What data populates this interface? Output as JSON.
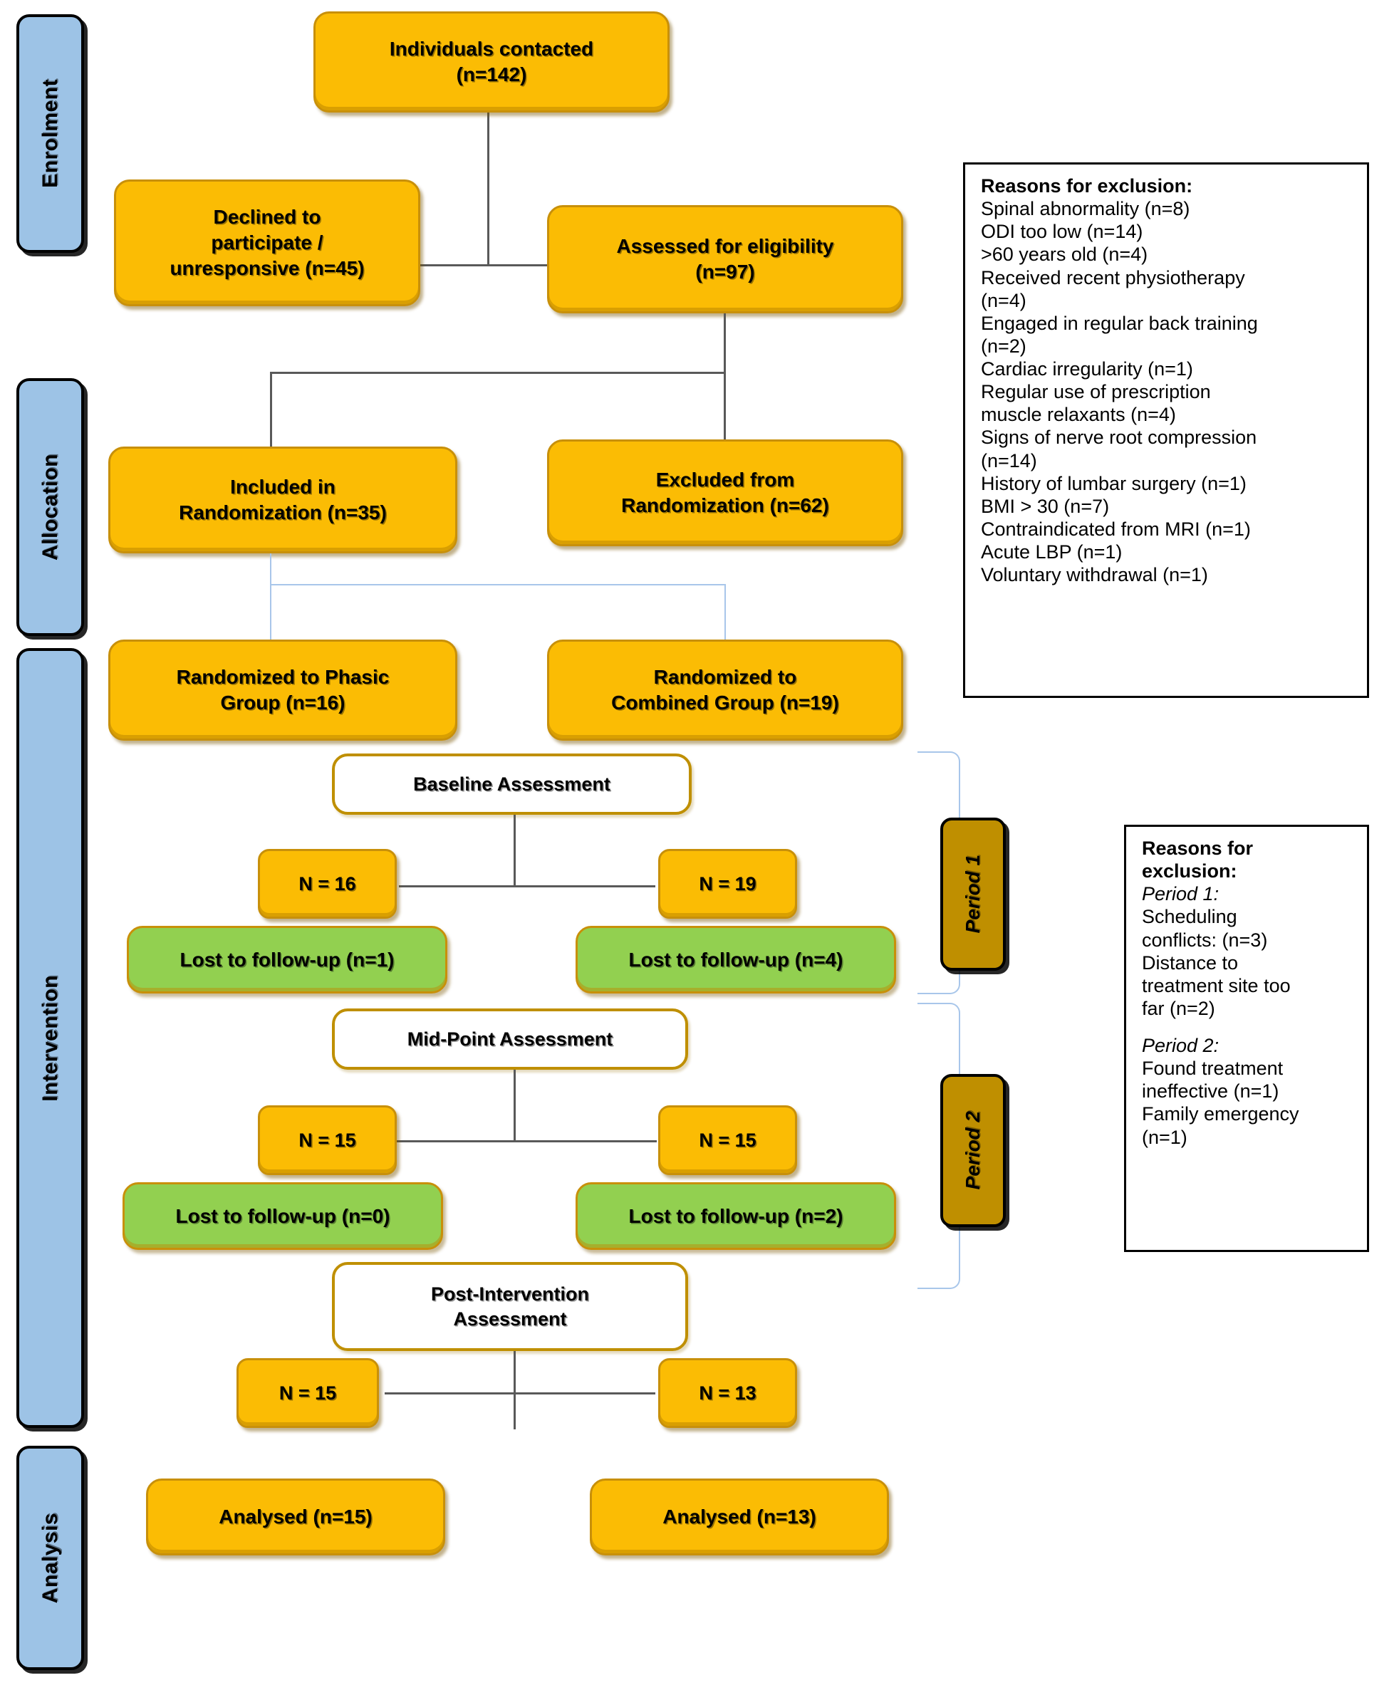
{
  "stages": [
    {
      "name": "enrolment",
      "label": "Enrolment"
    },
    {
      "name": "allocation",
      "label": "Allocation"
    },
    {
      "name": "intervention",
      "label": "Intervention"
    },
    {
      "name": "analysis",
      "label": "Analysis"
    }
  ],
  "nodes": {
    "individuals_contacted": "Individuals contacted\n(n=142)",
    "declined": "Declined to\nparticipate /\nunresponsive (n=45)",
    "assessed": "Assessed for eligibility\n(n=97)",
    "included": "Included in\nRandomization (n=35)",
    "excluded": "Excluded from\nRandomization (n=62)",
    "rand_phasic": "Randomized to Phasic\nGroup (n=16)",
    "rand_combined": "Randomized to\nCombined Group (n=19)",
    "baseline": "Baseline Assessment",
    "midpoint": "Mid-Point Assessment",
    "post": "Post-Intervention\nAssessment",
    "n_p1_left": "N = 16",
    "n_p1_right": "N = 19",
    "ltf_p1_left": "Lost to follow-up (n=1)",
    "ltf_p1_right": "Lost to follow-up (n=4)",
    "n_p2_left": "N = 15",
    "n_p2_right": "N = 15",
    "ltf_p2_left": "Lost to follow-up (n=0)",
    "ltf_p2_right": "Lost to follow-up (n=2)",
    "n_final_left": "N = 15",
    "n_final_right": "N = 13",
    "analysed_left": "Analysed (n=15)",
    "analysed_right": "Analysed (n=13)",
    "period1": "Period 1",
    "period2": "Period 2"
  },
  "exclusion_panel": {
    "heading": "Reasons for exclusion:",
    "items": [
      "Spinal abnormality (n=8)",
      "ODI too low (n=14)",
      ">60 years old (n=4)",
      "Received recent physiotherapy\n(n=4)",
      "Engaged in regular back training\n(n=2)",
      "Cardiac irregularity (n=1)",
      "Regular use of prescription\nmuscle relaxants (n=4)",
      "Signs of nerve root compression\n(n=14)",
      "History of lumbar surgery (n=1)",
      "BMI > 30 (n=7)",
      "Contraindicated from MRI (n=1)",
      "Acute LBP (n=1)",
      "Voluntary withdrawal (n=1)"
    ]
  },
  "dropout_panel": {
    "heading": "Reasons for\nexclusion:",
    "period1_label": "Period 1:",
    "period1_items": [
      "Scheduling\nconflicts: (n=3)",
      "Distance to\ntreatment site too\nfar (n=2)"
    ],
    "period2_label": "Period 2:",
    "period2_items": [
      "Found treatment\nineffective (n=1)",
      "Family emergency\n(n=1)"
    ]
  },
  "colors": {
    "stage_fill": "#9DC3E6",
    "node_yellow": "#FBBC04",
    "node_green": "#92D050",
    "node_period": "#BF8F00",
    "border_gold": "#BF8F00",
    "connector": "#595959",
    "bracket": "#A8C6EA"
  }
}
